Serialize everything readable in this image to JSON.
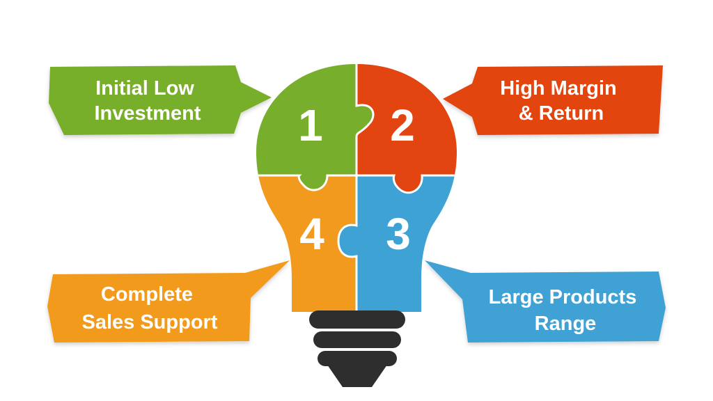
{
  "items": [
    {
      "number": "1",
      "line1": "Initial Low",
      "line2": "Investment",
      "color": "#77AE2B"
    },
    {
      "number": "2",
      "line1": "High Margin",
      "line2": "& Return",
      "color": "#E2450F"
    },
    {
      "number": "3",
      "line1": "Large Products",
      "line2": "Range",
      "color": "#3FA2D4"
    },
    {
      "number": "4",
      "line1": "Complete",
      "line2": "Sales Support",
      "color": "#F29A1D"
    }
  ],
  "base_color": "#2E2E2E",
  "icons": [
    "lightbulb-icon",
    "puzzle-piece-icon"
  ]
}
